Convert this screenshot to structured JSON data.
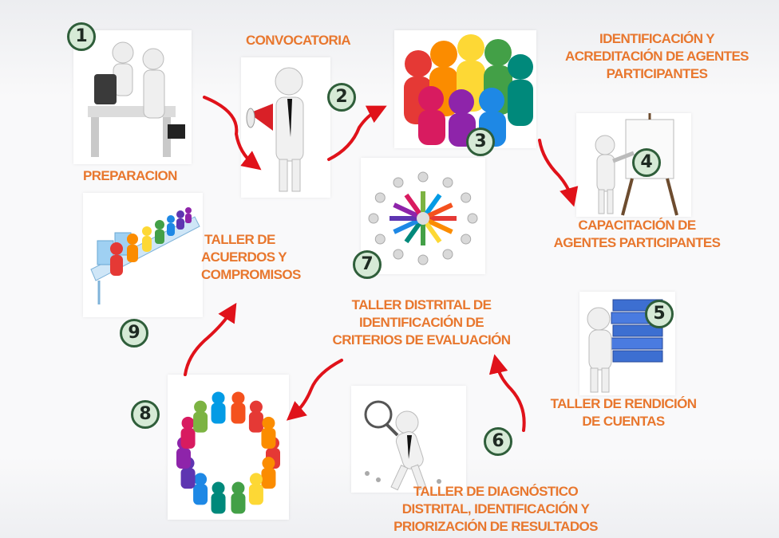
{
  "steps": [
    {
      "number": "1",
      "label": "PREPARACION"
    },
    {
      "number": "2",
      "label": "CONVOCATORIA"
    },
    {
      "number": "3",
      "label": "IDENTIFICACIÓN Y ACREDITACIÓN DE AGENTES PARTICIPANTES"
    },
    {
      "number": "4",
      "label": "CAPACITACIÓN DE AGENTES PARTICIPANTES"
    },
    {
      "number": "5",
      "label": "TALLER DE RENDICIÓN DE CUENTAS"
    },
    {
      "number": "6",
      "label": "TALLER DE DIAGNÓSTICO DISTRITAL, IDENTIFICACIÓN Y PRIORIZACIÓN DE RESULTADOS"
    },
    {
      "number": "7",
      "label": "TALLER DISTRITAL DE IDENTIFICACIÓN DE CRITERIOS DE EVALUACIÓN"
    },
    {
      "number": "8",
      "label": ""
    },
    {
      "number": "9",
      "label": "TALLER DE ACUERDOS Y COMPROMISOS"
    }
  ],
  "label_lines": {
    "s3": [
      "IDENTIFICACIÓN Y",
      "ACREDITACIÓN DE AGENTES",
      "PARTICIPANTES"
    ],
    "s4": [
      "CAPACITACIÓN DE",
      "AGENTES PARTICIPANTES"
    ],
    "s5": [
      "TALLER DE RENDICIÓN",
      "DE CUENTAS"
    ],
    "s6": [
      "TALLER DE DIAGNÓSTICO",
      "DISTRITAL, IDENTIFICACIÓN Y",
      "PRIORIZACIÓN DE RESULTADOS"
    ],
    "s7": [
      "TALLER DISTRITAL DE",
      "IDENTIFICACIÓN DE",
      "CRITERIOS DE EVALUACIÓN"
    ],
    "s9": [
      "TALLER DE",
      "ACUERDOS Y",
      "COMPROMISOS"
    ]
  },
  "colors": {
    "label": "#e8772e",
    "arrow": "#e0121a",
    "badge_fill": "#d6ead6",
    "badge_border": "#2f5e3a"
  },
  "illustrations": [
    "office-meeting-icon",
    "megaphone-person-icon",
    "colorful-team-icon",
    "presentation-easel-icon",
    "binders-stack-icon",
    "magnifier-search-icon",
    "circle-of-people-icon",
    "people-ring-icon",
    "conference-table-icon"
  ]
}
